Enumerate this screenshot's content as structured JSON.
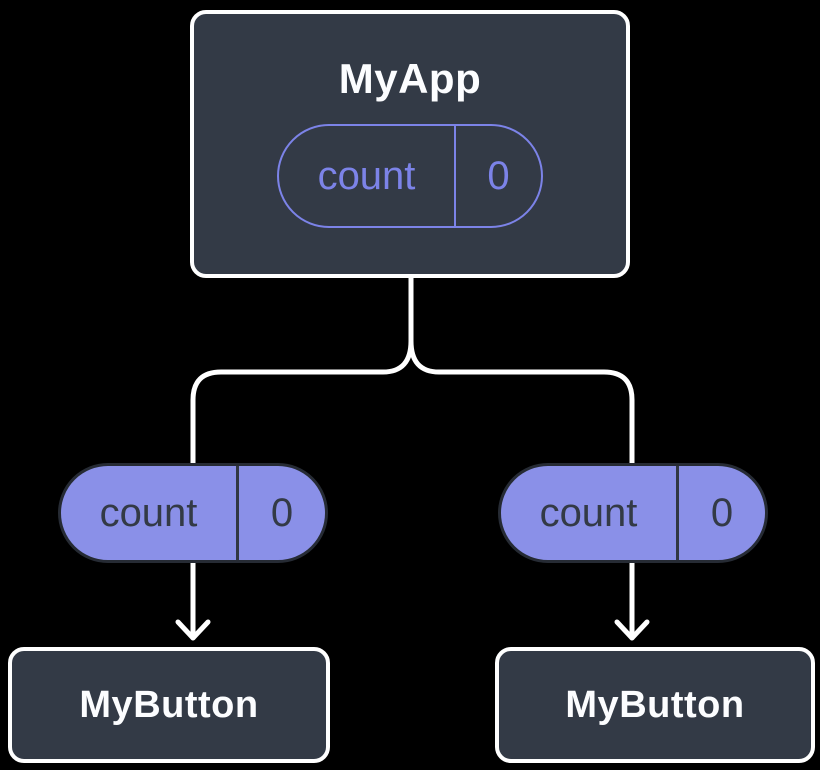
{
  "colors": {
    "background": "#000000",
    "node_fill": "#333A46",
    "node_border": "#FFFFFF",
    "node_text": "#FCFDFF",
    "pill_fill": "#8A90E8",
    "pill_outline": "#7C83E8",
    "pill_dark_text": "#333A46",
    "connector": "#FFFFFF"
  },
  "icons": {
    "arrowhead": "arrow-down-icon"
  },
  "diagram": {
    "root": {
      "title": "MyApp",
      "state": {
        "label": "count",
        "value": "0"
      }
    },
    "children": [
      {
        "prop": {
          "label": "count",
          "value": "0"
        },
        "title": "MyButton"
      },
      {
        "prop": {
          "label": "count",
          "value": "0"
        },
        "title": "MyButton"
      }
    ]
  }
}
